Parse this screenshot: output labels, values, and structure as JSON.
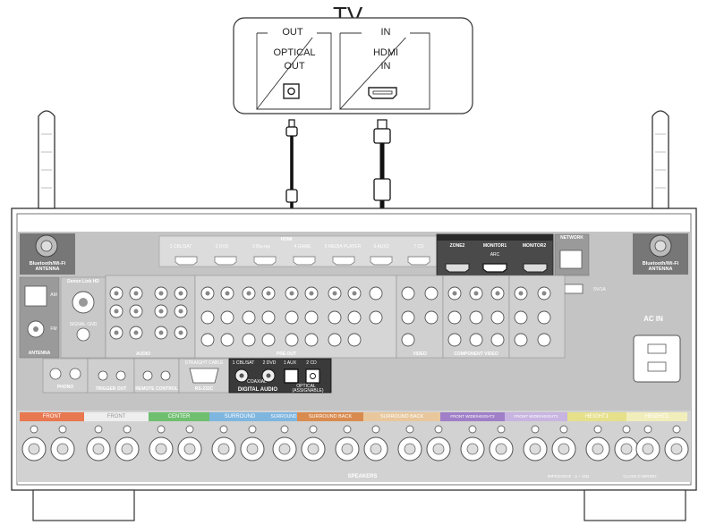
{
  "tv": {
    "title": "TV",
    "out_header": "OUT",
    "in_header": "IN",
    "optical_line1": "OPTICAL",
    "optical_line2": "OUT",
    "hdmi_line1": "HDMI",
    "hdmi_line2": "IN"
  },
  "receiver": {
    "bt_antenna_left": "Bluetooth/Wi-Fi ANTENNA",
    "bt_antenna_right": "Bluetooth/Wi-Fi ANTENNA",
    "hdmi_header": "HDMI",
    "hdmi_inputs": [
      "1 CBL/SAT",
      "2 DVD",
      "3 Blu-ray",
      "4 GAME",
      "5 MEDIA PLAYER",
      "6 AUX2",
      "7 CD"
    ],
    "hdmi_outputs": [
      "ZONE2",
      "MONITOR1",
      "MONITOR2"
    ],
    "arc": "ARC",
    "network": "NETWORK",
    "ac_in": "AC IN",
    "antenna": "ANTENNA",
    "am": "AM",
    "fm": "FM",
    "denon_link": "Denon Link HD",
    "signal_gnd": "SIGNAL GND",
    "audio_label": "AUDIO",
    "pre_out": "PRE OUT",
    "phono": "PHONO",
    "trigger_out": "TRIGGER OUT",
    "remote_control": "REMOTE CONTROL",
    "straight_cable": "STRAIGHT CABLE",
    "rs232c": "RS-232C",
    "digital_audio": "DIGITAL AUDIO",
    "assignable": "(ASSIGNABLE)",
    "coaxial": "COAXIAL",
    "optical": "OPTICAL",
    "digital_inputs": [
      "1 CBL/SAT",
      "2 DVD",
      "1 AUX",
      "2 CD"
    ],
    "video": "VIDEO",
    "component_video": "COMPONENT VIDEO",
    "usb": "5V/1A",
    "speakers": "SPEAKERS",
    "speaker_channels": [
      "FRONT",
      "FRONT",
      "CENTER",
      "SURROUND",
      "SURROUND",
      "SURROUND BACK",
      "SURROUND BACK",
      "FRONT WIDE/HEIGHT2",
      "FRONT WIDE/HEIGHT2",
      "HEIGHT1",
      "HEIGHT1"
    ],
    "impedance": "IMPEDANCE : 4 ~ 16Ω",
    "class_d": "CLASS D WIRING"
  },
  "colors": {
    "panel": "#bdbdbd",
    "dark": "#3a3a3a",
    "highlight": "#333333",
    "cable": "#111111",
    "speaker_colors": [
      "#e87850",
      "#eeeeee",
      "#6fbf6f",
      "#7fb6e0",
      "#7fb6e0",
      "#d98b4f",
      "#d98b4f",
      "#a07fc8",
      "#a07fc8",
      "#e6e08a",
      "#e6e08a"
    ]
  }
}
